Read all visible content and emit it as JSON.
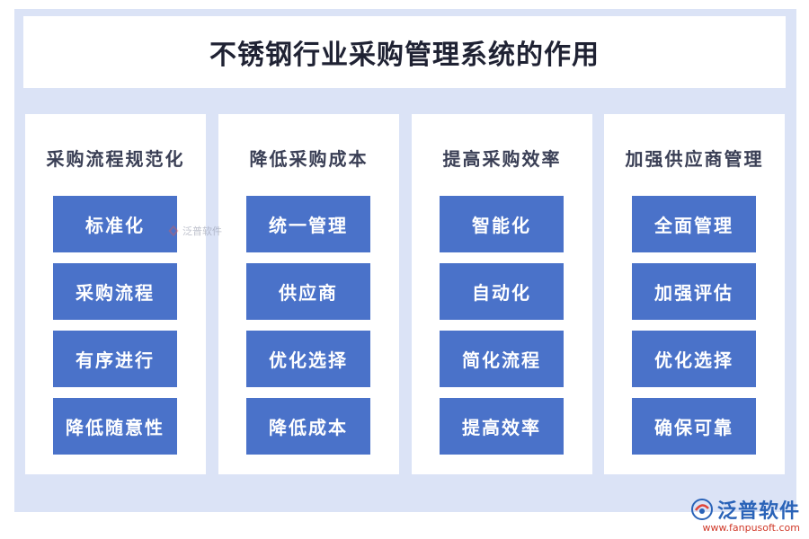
{
  "title": "不锈钢行业采购管理系统的作用",
  "columns": [
    {
      "heading": "采购流程规范化",
      "items": [
        "标准化",
        "采购流程",
        "有序进行",
        "降低随意性"
      ]
    },
    {
      "heading": "降低采购成本",
      "items": [
        "统一管理",
        "供应商",
        "优化选择",
        "降低成本"
      ]
    },
    {
      "heading": "提高采购效率",
      "items": [
        "智能化",
        "自动化",
        "简化流程",
        "提高效率"
      ]
    },
    {
      "heading": "加强供应商管理",
      "items": [
        "全面管理",
        "加强评估",
        "优化选择",
        "确保可靠"
      ]
    }
  ],
  "watermark": {
    "text": "泛普软件",
    "icon": "fanpu-logo-icon"
  },
  "brand": {
    "name": "泛普软件",
    "url": "www.fanpusoft.com",
    "icon": "fanpu-logo-icon",
    "color": "#2a63b8",
    "url_color": "#d03a2a"
  },
  "colors": {
    "background": "#dbe3f6",
    "box": "#4a72c9",
    "title_text": "#1f2233"
  }
}
